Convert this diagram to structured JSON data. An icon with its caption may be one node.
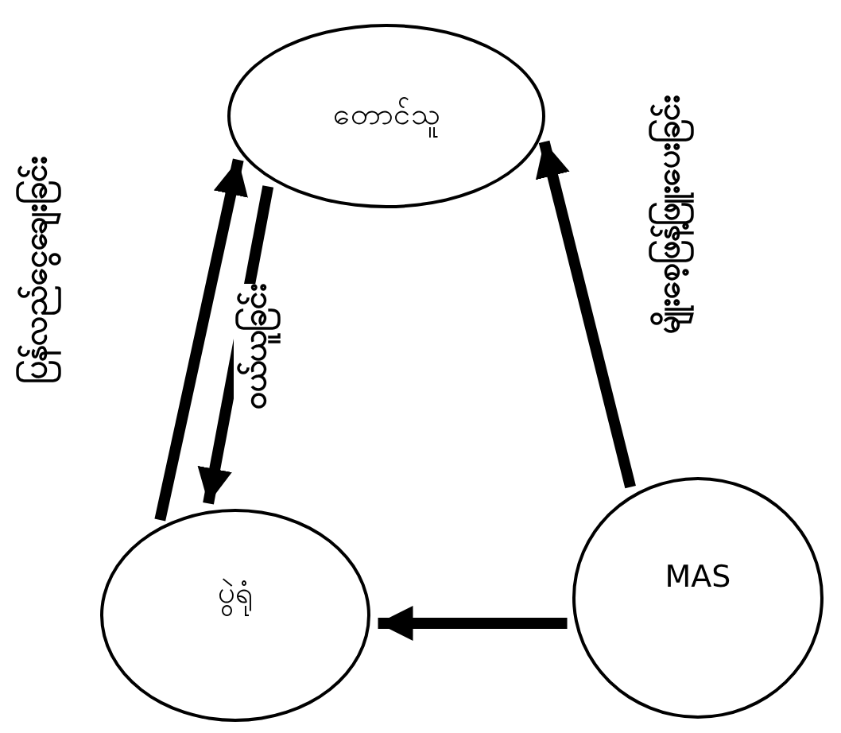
{
  "diagram": {
    "nodes": [
      {
        "text": [
          "တောင်သူ"
        ]
      },
      {
        "text": [
          "ပွဲရုံ"
        ]
      },
      {
        "text": [
          "MAS"
        ]
      }
    ],
    "edges": [
      {
        "from": 1,
        "to": 0,
        "arrow": "to",
        "label": "ပြန်လည်ငွေချေးခြင်း"
      },
      {
        "from": 0,
        "to": 1,
        "arrow": "to",
        "label": "ဝယ်ယူခြင်း"
      },
      {
        "from": 2,
        "to": 0,
        "arrow": "to",
        "label": "မျိုးစေ့ဖြန့်ဖြူးပေးခြင်း"
      },
      {
        "from": 2,
        "to": 1,
        "arrow": "to"
      }
    ]
  }
}
